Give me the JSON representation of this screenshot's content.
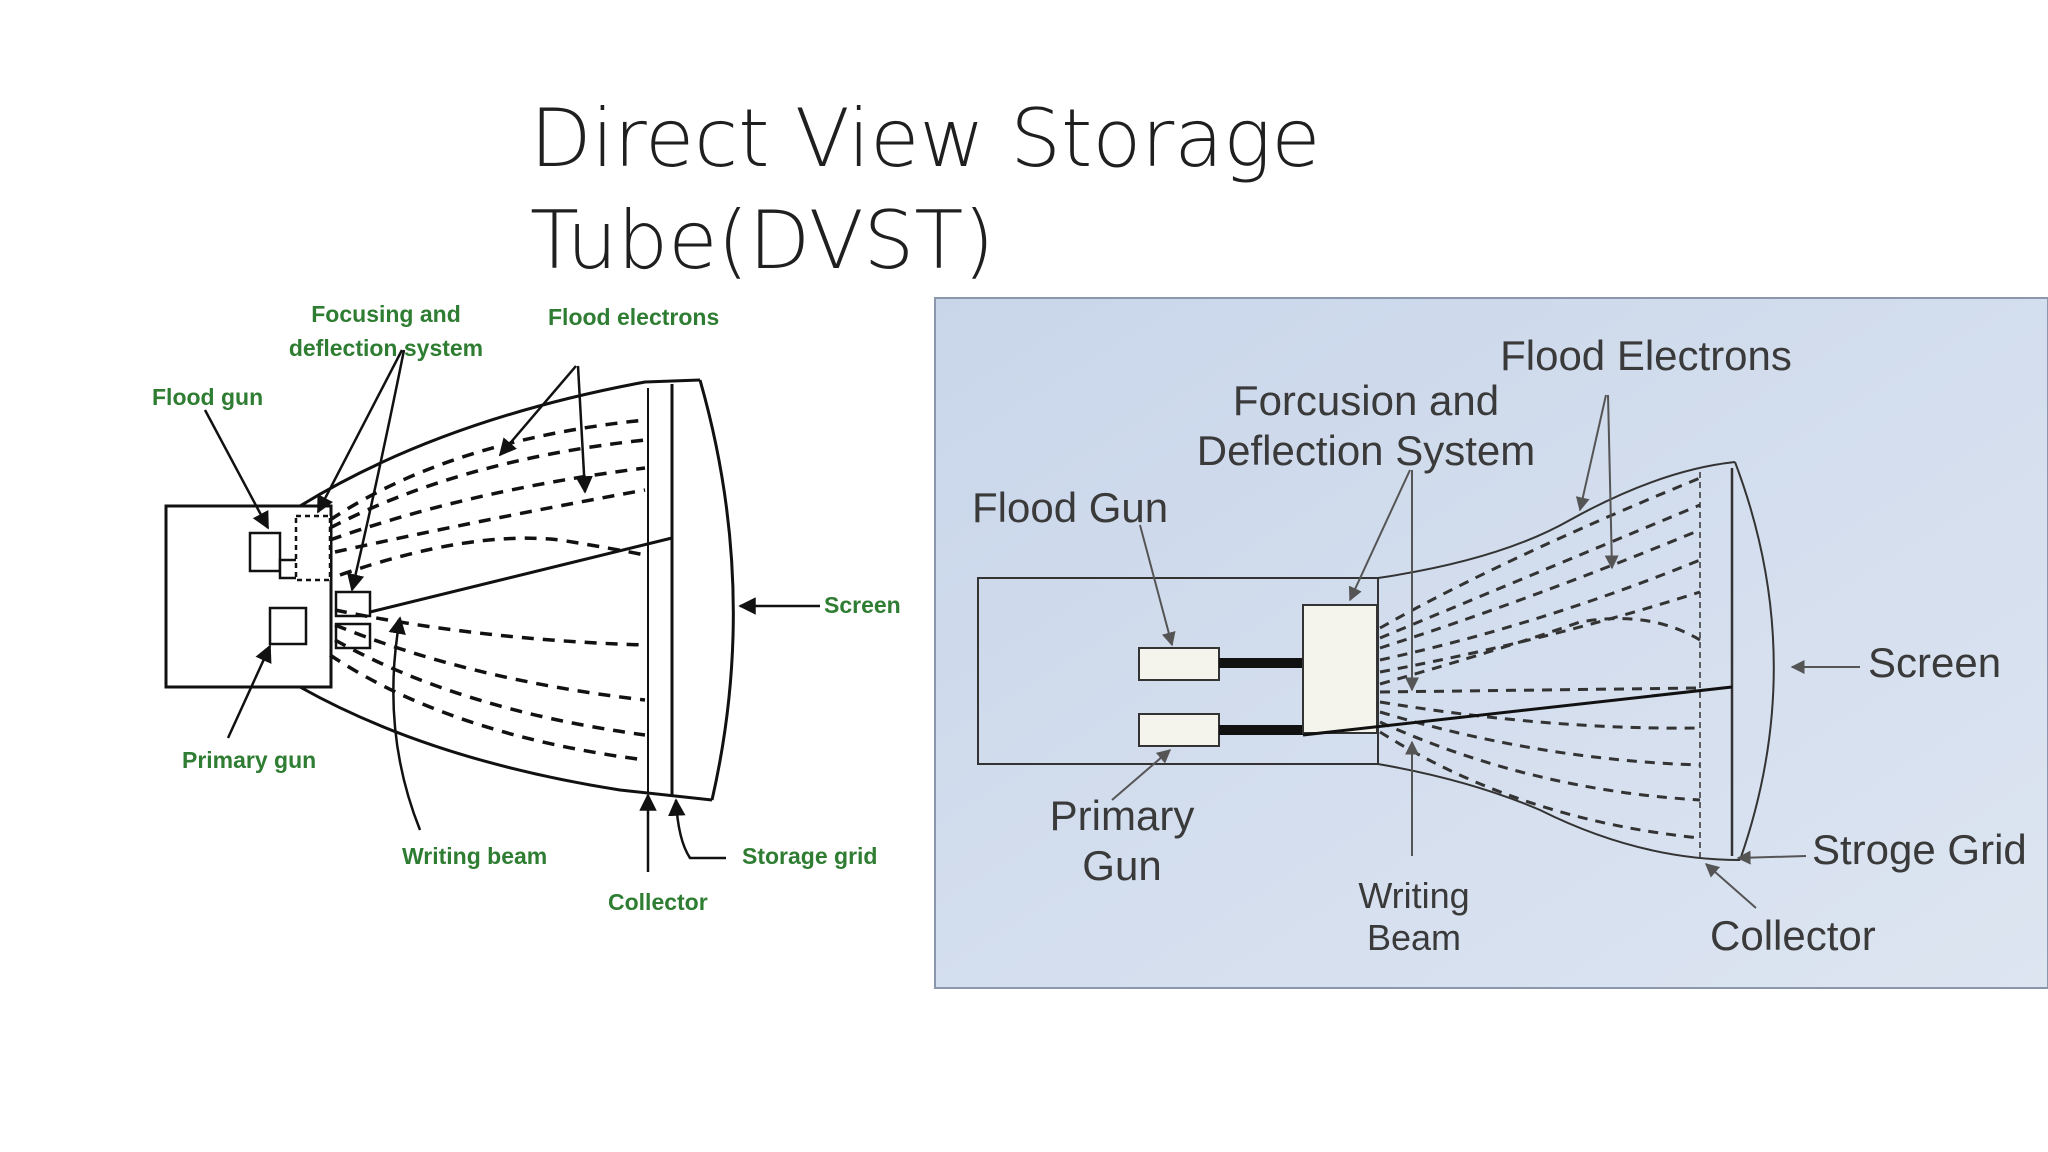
{
  "slide": {
    "title_line1": "Direct View Storage",
    "title_line2": "Tube(DVST)"
  },
  "diagram_left": {
    "labels": {
      "focusing_line1": "Focusing and",
      "focusing_line2": "deflection system",
      "flood_electrons": "Flood electrons",
      "flood_gun": "Flood gun",
      "screen": "Screen",
      "primary_gun": "Primary gun",
      "writing_beam": "Writing beam",
      "storage_grid": "Storage grid",
      "collector": "Collector"
    },
    "label_color": "#2e7d32"
  },
  "diagram_right": {
    "labels": {
      "flood_electrons": "Flood Electrons",
      "forcusion_line1": "Forcusion and",
      "forcusion_line2": "Deflection System",
      "flood_gun": "Flood Gun",
      "screen": "Screen",
      "primary_line1": "Primary",
      "primary_line2": "Gun",
      "writing_line1": "Writing",
      "writing_line2": "Beam",
      "stroge_grid": "Stroge Grid",
      "collector": "Collector"
    },
    "background_color": "#d4deee",
    "label_color": "#3a3a3a"
  }
}
